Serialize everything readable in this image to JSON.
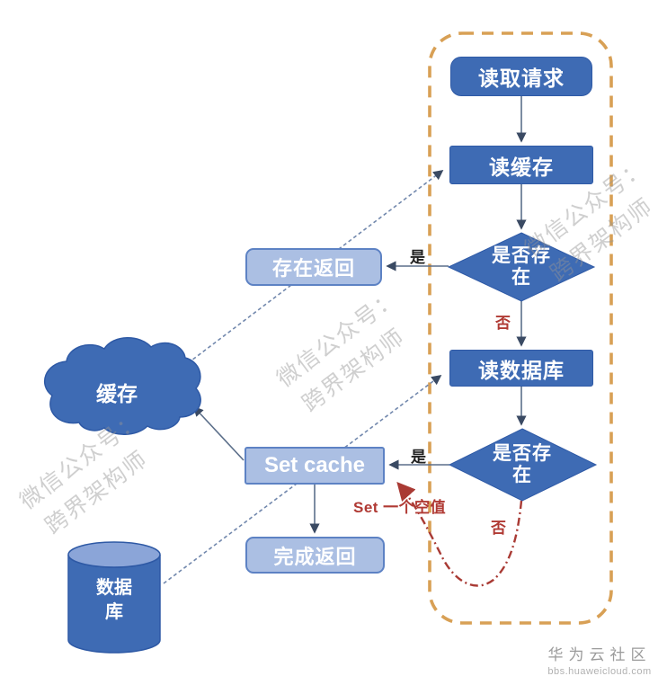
{
  "diagram": {
    "nodes": {
      "read_request": "读取请求",
      "read_cache": "读缓存",
      "cache_exists": "是否存在",
      "exists_return": "存在返回",
      "read_database": "读数据库",
      "db_exists": "是否存在",
      "set_cache": "Set cache",
      "done_return": "完成返回",
      "cache_cloud": "缓存",
      "database": "数据库"
    },
    "edge_labels": {
      "cache_yes": "是",
      "cache_no": "否",
      "db_yes": "是",
      "db_no": "否",
      "set_null": "Set 一个空值"
    }
  },
  "watermark": {
    "line1": "微信公众号：",
    "line2": "跨界架构师"
  },
  "footer": {
    "community": "华为云社区",
    "url": "bbs.huaweicloud.com"
  },
  "colors": {
    "node_blue": "#3e6bb4",
    "node_light_blue": "#abbfe3",
    "node_border_blue": "#5d82c4",
    "frame_orange": "#d8a055",
    "warn_red": "#b03a34",
    "connector_gray": "#5c6f8a",
    "watermark_gray": "#949494"
  }
}
